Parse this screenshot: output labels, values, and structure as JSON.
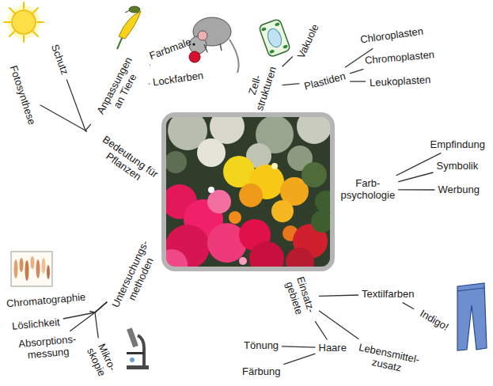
{
  "diagram": {
    "nodes": [
      {
        "text": [
          "Bedeutung für Pflanzen"
        ]
      },
      {
        "text": [
          "Fotosynthese"
        ]
      },
      {
        "text": [
          "Schutz"
        ]
      },
      {
        "text": [
          "Anpassungen an Tiere"
        ]
      },
      {
        "text": [
          "Farbmale"
        ]
      },
      {
        "text": [
          "Lockfarben"
        ]
      },
      {
        "text": [
          "Zell- strukturen"
        ]
      },
      {
        "text": [
          "Vakuole"
        ]
      },
      {
        "text": [
          "Plastiden"
        ]
      },
      {
        "text": [
          "Chloroplasten"
        ]
      },
      {
        "text": [
          "Chromoplasten"
        ]
      },
      {
        "text": [
          "Leukoplasten"
        ]
      },
      {
        "text": [
          "Farb- psychologie"
        ]
      },
      {
        "text": [
          "Empfindung"
        ]
      },
      {
        "text": [
          "Symbolik"
        ]
      },
      {
        "text": [
          "Werbung"
        ]
      },
      {
        "text": [
          "Einsatz- gebiete"
        ]
      },
      {
        "text": [
          "Textilfarben"
        ]
      },
      {
        "text": [
          "Indigo!"
        ]
      },
      {
        "text": [
          "Lebensmittel- zusatz"
        ]
      },
      {
        "text": [
          "Haare"
        ]
      },
      {
        "text": [
          "Tönung"
        ]
      },
      {
        "text": [
          "Färbung"
        ]
      },
      {
        "text": [
          "Untersuchungs- methoden"
        ]
      },
      {
        "text": [
          "Chromatographie"
        ]
      },
      {
        "text": [
          "Löslichkeit"
        ]
      },
      {
        "text": [
          "Absorptions- messung"
        ]
      },
      {
        "text": [
          "Mikro- skopie"
        ]
      }
    ],
    "edges": [
      {
        "from": 0,
        "to": 1,
        "arrow": "none"
      },
      {
        "from": 0,
        "to": 2,
        "arrow": "none"
      },
      {
        "from": 0,
        "to": 3,
        "arrow": "none"
      },
      {
        "from": 3,
        "to": 4,
        "arrow": "none"
      },
      {
        "from": 3,
        "to": 5,
        "arrow": "none"
      },
      {
        "from": 6,
        "to": 7,
        "arrow": "none"
      },
      {
        "from": 6,
        "to": 8,
        "arrow": "none"
      },
      {
        "from": 8,
        "to": 9,
        "arrow": "none"
      },
      {
        "from": 8,
        "to": 10,
        "arrow": "none"
      },
      {
        "from": 8,
        "to": 11,
        "arrow": "none"
      },
      {
        "from": 12,
        "to": 13,
        "arrow": "none"
      },
      {
        "from": 12,
        "to": 14,
        "arrow": "none"
      },
      {
        "from": 12,
        "to": 15,
        "arrow": "none"
      },
      {
        "from": 16,
        "to": 17,
        "arrow": "none"
      },
      {
        "from": 17,
        "to": 18,
        "arrow": "none"
      },
      {
        "from": 16,
        "to": 19,
        "arrow": "none"
      },
      {
        "from": 16,
        "to": 20,
        "arrow": "none"
      },
      {
        "from": 20,
        "to": 21,
        "arrow": "none"
      },
      {
        "from": 20,
        "to": 22,
        "arrow": "none"
      },
      {
        "from": 23,
        "to": 24,
        "arrow": "none"
      },
      {
        "from": 23,
        "to": 25,
        "arrow": "none"
      },
      {
        "from": 23,
        "to": 26,
        "arrow": "none"
      },
      {
        "from": 23,
        "to": 27,
        "arrow": "none"
      }
    ]
  }
}
